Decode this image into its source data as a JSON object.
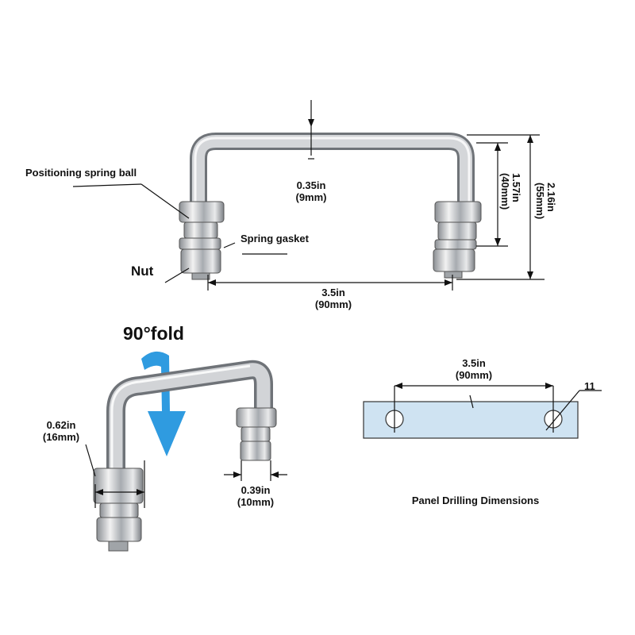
{
  "top": {
    "positioning_label": "Positioning spring ball",
    "spring_gasket_label": "Spring gasket",
    "nut_label": "Nut",
    "thickness": [
      "0.35in",
      "(9mm)"
    ],
    "height_inner": [
      "1.57in",
      "(40mm)"
    ],
    "height_total": [
      "2.16in",
      "(55mm)"
    ],
    "width": [
      "3.5in",
      "(90mm)"
    ]
  },
  "fold": {
    "title": "90°fold",
    "arrow_color": "#2f9be0",
    "outer_dia": [
      "0.62in",
      "(16mm)"
    ],
    "inner_dia": [
      "0.39in",
      "(10mm)"
    ]
  },
  "panel": {
    "spacing": [
      "3.5in",
      "(90mm)"
    ],
    "hole_label": "11",
    "caption": "Panel Drilling Dimensions",
    "plate_color": "#cfe3f2"
  }
}
